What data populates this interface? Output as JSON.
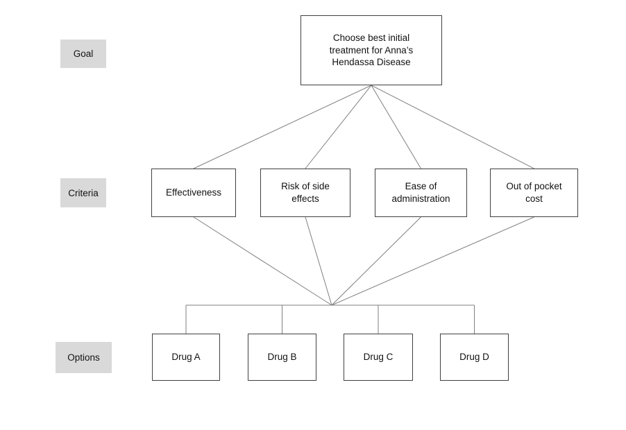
{
  "colors": {
    "label_bg": "#d9d9d9",
    "node_border": "#3f3f3f",
    "connector": "#7f7f7f",
    "text": "#111111",
    "background": "#ffffff"
  },
  "diagram": {
    "type": "decision-hierarchy",
    "row_labels": [
      {
        "label": "Goal"
      },
      {
        "label": "Criteria"
      },
      {
        "label": "Options"
      }
    ],
    "goal": {
      "label": "Choose best initial treatment for Anna’s Hendassa Disease"
    },
    "criteria": [
      {
        "label": "Effectiveness"
      },
      {
        "label": "Risk of side effects"
      },
      {
        "label": "Ease of administration"
      },
      {
        "label": "Out of pocket cost"
      }
    ],
    "options": [
      {
        "label": "Drug A"
      },
      {
        "label": "Drug B"
      },
      {
        "label": "Drug C"
      },
      {
        "label": "Drug D"
      }
    ]
  }
}
